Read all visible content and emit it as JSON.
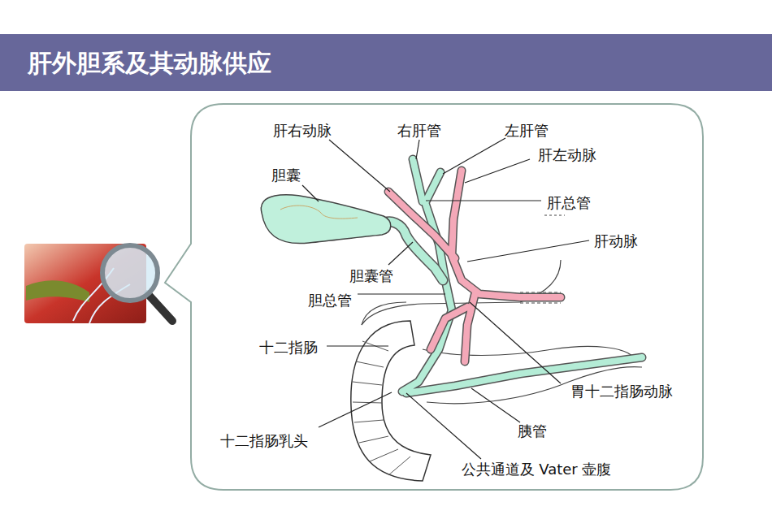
{
  "diagram": {
    "title": "肝外胆系及其动脉供应",
    "labels": [
      "肝右动脉",
      "右肝管",
      "左肝管",
      "肝左动脉",
      "胆囊",
      "肝总管",
      "肝动脉",
      "胆囊管",
      "胆总管",
      "十二指肠",
      "胃十二指肠动脉",
      "胰管",
      "十二指肠乳头",
      "公共通道及 Vater 壶腹"
    ]
  }
}
